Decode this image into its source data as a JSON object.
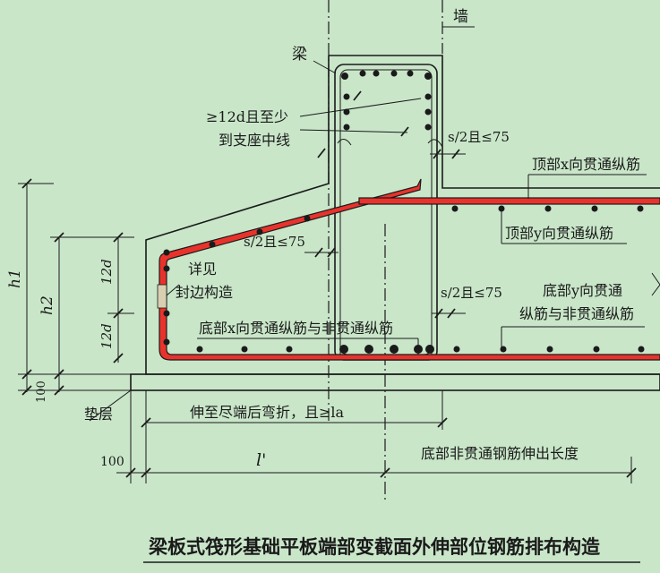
{
  "labels": {
    "beam": "梁",
    "wall": "墙",
    "anchor_line1": "≥12d且至少",
    "anchor_line2": "到支座中线",
    "spacing_top": "s/2且≤75",
    "spacing_mid": "s/2且≤75",
    "spacing_right": "s/2且≤75",
    "top_x_bar": "顶部x向贯通纵筋",
    "top_y_bar": "顶部y向贯通纵筋",
    "detail_line1": "详见",
    "detail_line2": "封边构造",
    "bottom_x_bar": "底部x向贯通纵筋与非贯通纵筋",
    "bottom_y_line1": "底部y向贯通",
    "bottom_y_line2": "纵筋与非贯通纵筋",
    "cushion": "垫层",
    "extend_bend": "伸至尽端后弯折，且≥la",
    "bottom_nonthrough": "底部非贯通钢筋伸出长度",
    "h1": "h1",
    "h2": "h2",
    "dim_12d_a": "12d",
    "dim_12d_b": "12d",
    "dim_100_left": "100",
    "dim_100_bottom": "100",
    "l_prime": "l'"
  },
  "caption": "梁板式筏形基础平板端部变截面外伸部位钢筋排布构造",
  "colors": {
    "background": "#c9e6c9",
    "rebar": "#e8332c",
    "ink": "#1a1a1a"
  }
}
